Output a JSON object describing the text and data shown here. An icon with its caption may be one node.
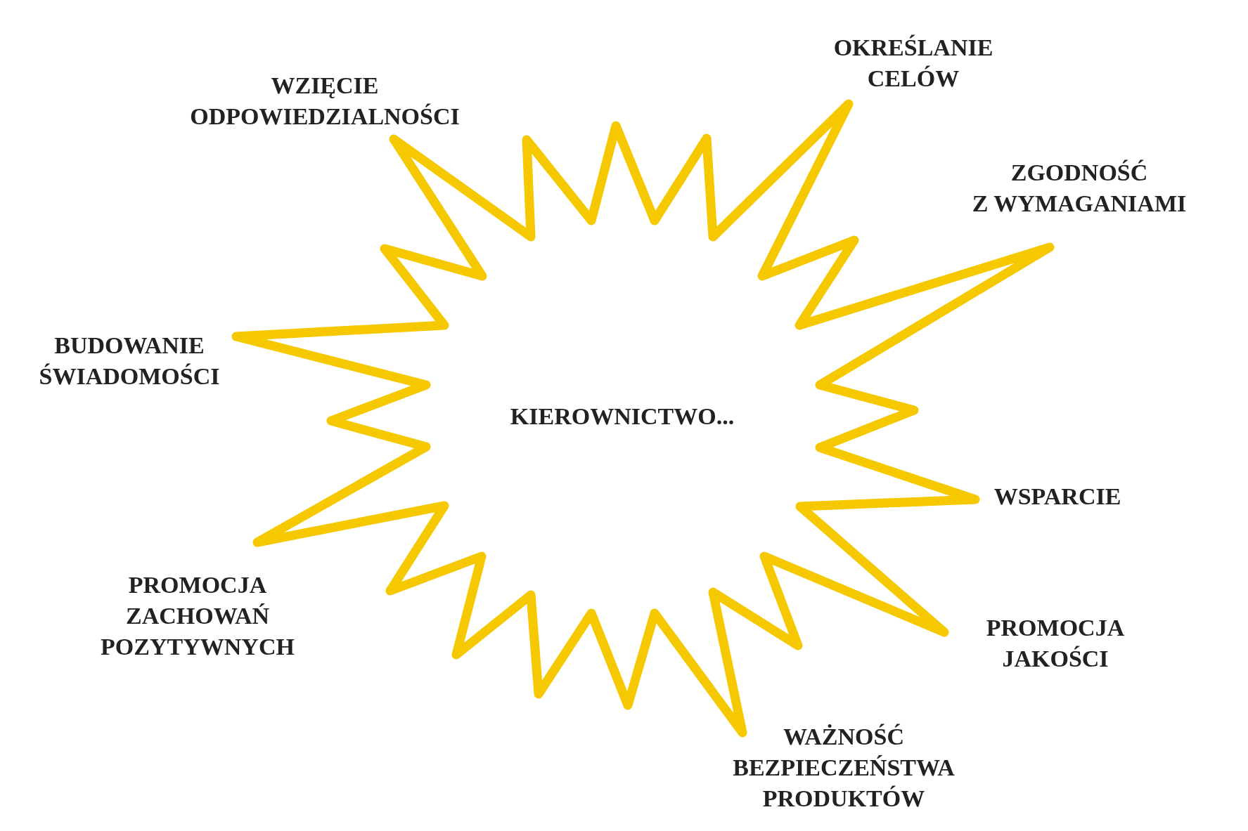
{
  "diagram": {
    "nodes": [
      {
        "text": [
          "KIEROWNICTWO..."
        ]
      }
    ],
    "labels": [
      "OKREŚLANIE CELÓW",
      "WZIĘCIE ODPOWIEDZIALNOŚCI",
      "ZGODNOŚĆ Z WYMAGANIAMI",
      "BUDOWANIE ŚWIADOMOŚCI",
      "WSPARCIE",
      "PROMOCJA ZACHOWAŃ POZYTYWNYCH",
      "PROMOCJA JAKOŚCI",
      "WAŻNOŚĆ BEZPIECZEŃSTWA PRODUKTÓW"
    ]
  }
}
